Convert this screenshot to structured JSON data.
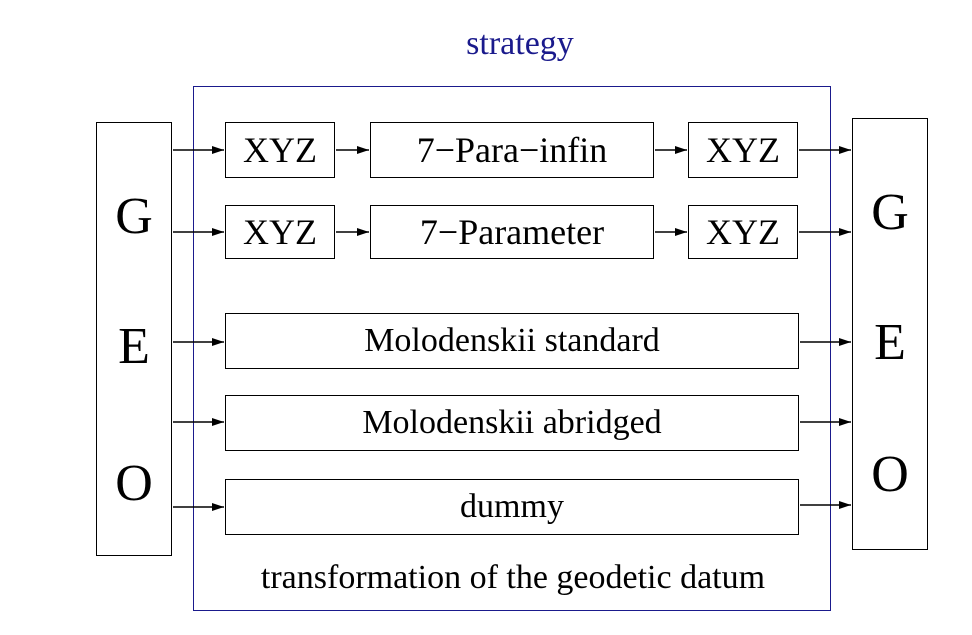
{
  "strategy": {
    "title": "strategy"
  },
  "geo_left": {
    "letters": [
      "G",
      "E",
      "O"
    ]
  },
  "geo_right": {
    "letters": [
      "G",
      "E",
      "O"
    ]
  },
  "rows": [
    {
      "in": "XYZ",
      "middle": "7−Para−infin",
      "out": "XYZ"
    },
    {
      "in": "XYZ",
      "middle": "7−Parameter",
      "out": "XYZ"
    }
  ],
  "methods": [
    "Molodenskii standard",
    "Molodenskii abridged",
    "dummy"
  ],
  "footer": "transformation of the geodetic datum"
}
